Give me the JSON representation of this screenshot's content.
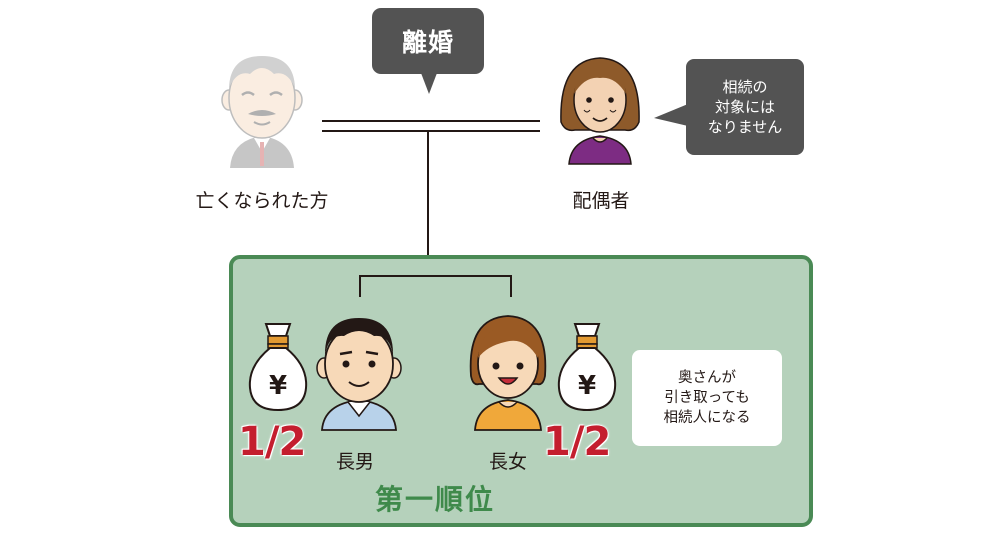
{
  "relationship": {
    "divorce_label": "離婚"
  },
  "deceased": {
    "label": "亡くなられた方"
  },
  "spouse": {
    "label": "配偶者"
  },
  "spouse_note": {
    "lines": [
      "相続の",
      "対象には",
      "なりません"
    ]
  },
  "heirs": {
    "son": {
      "label": "長男",
      "share": "1/2"
    },
    "daughter": {
      "label": "長女",
      "share": "1/2"
    }
  },
  "rank": {
    "label": "第一順位"
  },
  "custody_note": {
    "lines": [
      "奥さんが",
      "引き取っても",
      "相続人になる"
    ]
  },
  "money_bag": {
    "symbol": "¥"
  },
  "colors": {
    "bubble_bg": "#535353",
    "group_bg": "#b5d1bb",
    "group_border": "#4a8a55",
    "rank_text": "#3f8a4b",
    "share_text": "#c41e2e"
  }
}
